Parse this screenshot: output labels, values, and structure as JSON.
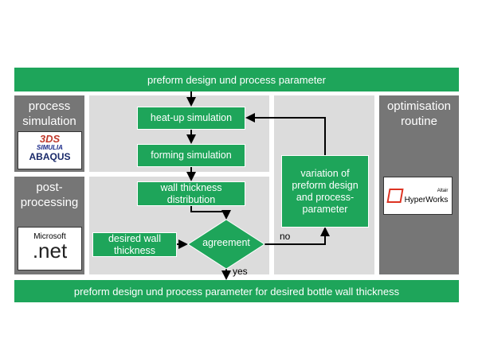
{
  "top_bar": "preform design und process parameter",
  "bottom_bar": "preform design und process parameter for desired bottle wall thickness",
  "left_panels": [
    {
      "label": "process simulation",
      "logo": {
        "line1": "SIMULIA",
        "line2": "ABAQUS"
      }
    },
    {
      "label": "post-processing",
      "logo": {
        "line1": "Microsoft",
        "line2": ".net"
      }
    }
  ],
  "right_panel": {
    "label": "optimisation routine",
    "logo": {
      "line1": "Altair",
      "line2": "HyperWorks"
    }
  },
  "boxes": {
    "heatup": "heat-up simulation",
    "forming": "forming simulation",
    "wall": "wall thickness distribution",
    "desired": "desired wall thickness",
    "agreement": "agreement",
    "variation": "variation of preform design and process-parameter"
  },
  "labels": {
    "no": "no",
    "yes": "yes"
  },
  "colors": {
    "green": "#1ea55a",
    "dark_gray": "#767676",
    "light_gray": "#dcdcdc"
  }
}
